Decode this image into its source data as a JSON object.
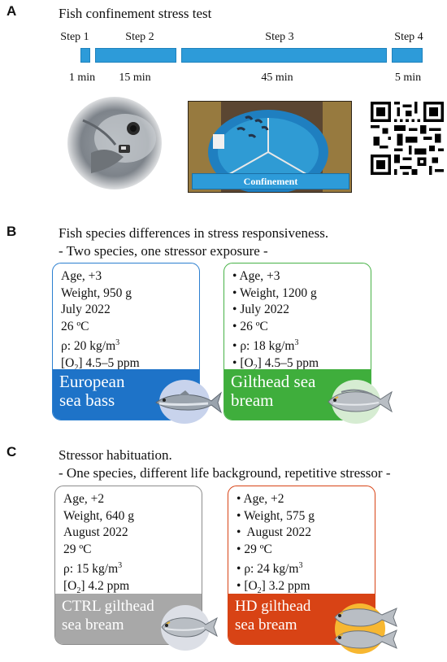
{
  "colors": {
    "bar_blue": "#2d9bd9",
    "seabass_blue": "#1e73c8",
    "seabream_green": "#3fae3c",
    "ctrl_grey": "#a8a8a8",
    "hd_red": "#d84315",
    "hd_circle": "#f7b731"
  },
  "panel_a": {
    "letter": "A",
    "title": "Fish confinement stress test",
    "steps": [
      {
        "label": "Step 1",
        "duration": "1 min"
      },
      {
        "label": "Step 2",
        "duration": "15 min"
      },
      {
        "label": "Step 3",
        "duration": "45 min"
      },
      {
        "label": "Step 4",
        "duration": "5 min"
      }
    ],
    "tank_label": "Confinement"
  },
  "panel_b": {
    "letter": "B",
    "title": "Fish species differences in stress responsiveness.",
    "subtitle": "- Two species, one stressor exposure -",
    "cards": [
      {
        "bullets": false,
        "age": "Age, +3",
        "weight": "Weight, 950 g",
        "date": "July 2022",
        "temp": "26 ºC",
        "density_prefix": "ρ: 20 kg/m",
        "density_exp": "3",
        "o2_sub": "2",
        "o2_value": "4.5–5 ppm",
        "species_line1": "European",
        "species_line2": "sea bass"
      },
      {
        "bullets": true,
        "age": "Age, +3",
        "weight": "Weight, 1200 g",
        "date": "July 2022",
        "temp": "26 ºC",
        "density_prefix": "ρ: 18 kg/m",
        "density_exp": "3",
        "o2_sub": "2",
        "o2_value": "4.5–5 ppm",
        "species_line1": "Gilthead sea",
        "species_line2": "bream"
      }
    ]
  },
  "panel_c": {
    "letter": "C",
    "title": "Stressor habituation.",
    "subtitle": "- One species, different life background, repetitive stressor -",
    "cards": [
      {
        "bullets": false,
        "age": "Age, +2",
        "weight": "Weight, 640 g",
        "date": "August 2022",
        "temp": "29 ºC",
        "density_prefix": "ρ: 15 kg/m",
        "density_exp": "3",
        "o2_sub": "2",
        "o2_value": "4.2 ppm",
        "species_line1": "CTRL gilthead",
        "species_line2": "sea bream"
      },
      {
        "bullets": true,
        "age": "Age, +2",
        "weight": "Weight, 575 g",
        "date": " August 2022",
        "temp": "29 ºC",
        "density_prefix": "ρ: 24 kg/m",
        "density_exp": "3",
        "o2_sub": "2",
        "o2_value": "3.2 ppm",
        "species_line1": "HD gilthead",
        "species_line2": "sea bream"
      }
    ]
  },
  "labels": {
    "bullet": "• ",
    "o2_open": "[O",
    "o2_close": "]"
  }
}
